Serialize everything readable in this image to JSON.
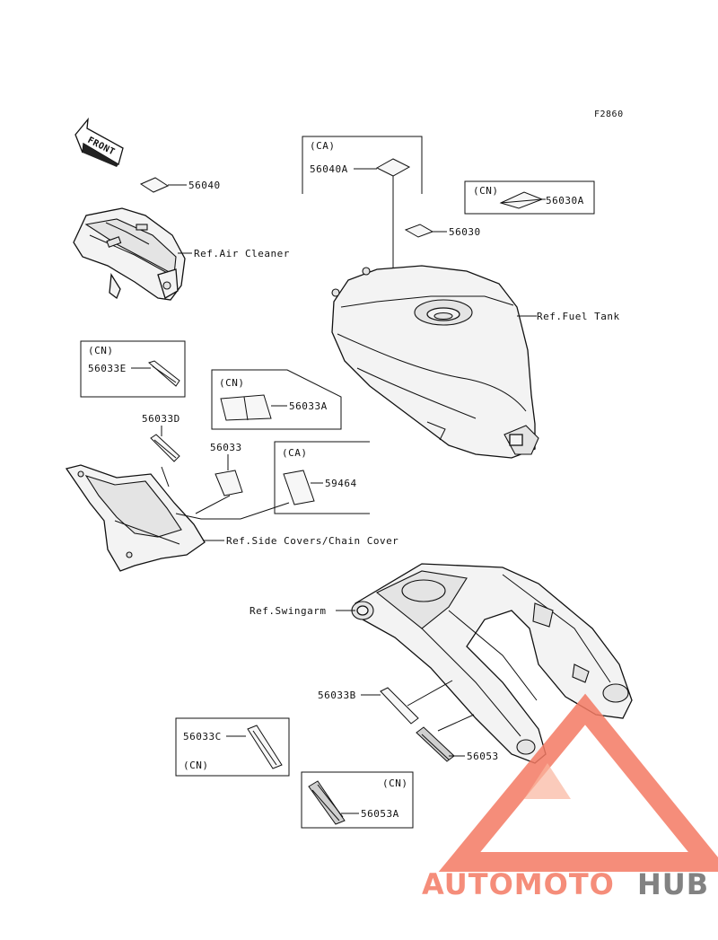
{
  "figure_code": "F2860",
  "front_arrow": "FRONT",
  "labels": {
    "p56040": "56040",
    "air_cleaner": "Ref.Air Cleaner",
    "ca_box1": "(CA)",
    "p56040A": "56040A",
    "cn_box1": "(CN)",
    "p56030A": "56030A",
    "p56030": "56030",
    "fuel_tank": "Ref.Fuel Tank",
    "cn_box2": "(CN)",
    "p56033E": "56033E",
    "cn_box3": "(CN)",
    "p56033A": "56033A",
    "p56033D": "56033D",
    "p56033": "56033",
    "ca_box2": "(CA)",
    "p59464": "59464",
    "side_covers": "Ref.Side Covers/Chain Cover",
    "swingarm": "Ref.Swingarm",
    "p56033B": "56033B",
    "p56033C": "56033C",
    "cn_box4": "(CN)",
    "p56053": "56053",
    "cn_box5": "(CN)",
    "p56053A": "56053A"
  },
  "watermark": {
    "part1": "AUTOMOTO",
    "part2": "HUB",
    "color_main": "#f47a63",
    "color_light": "#f9a98f",
    "color_dark": "#6d6d6d"
  }
}
